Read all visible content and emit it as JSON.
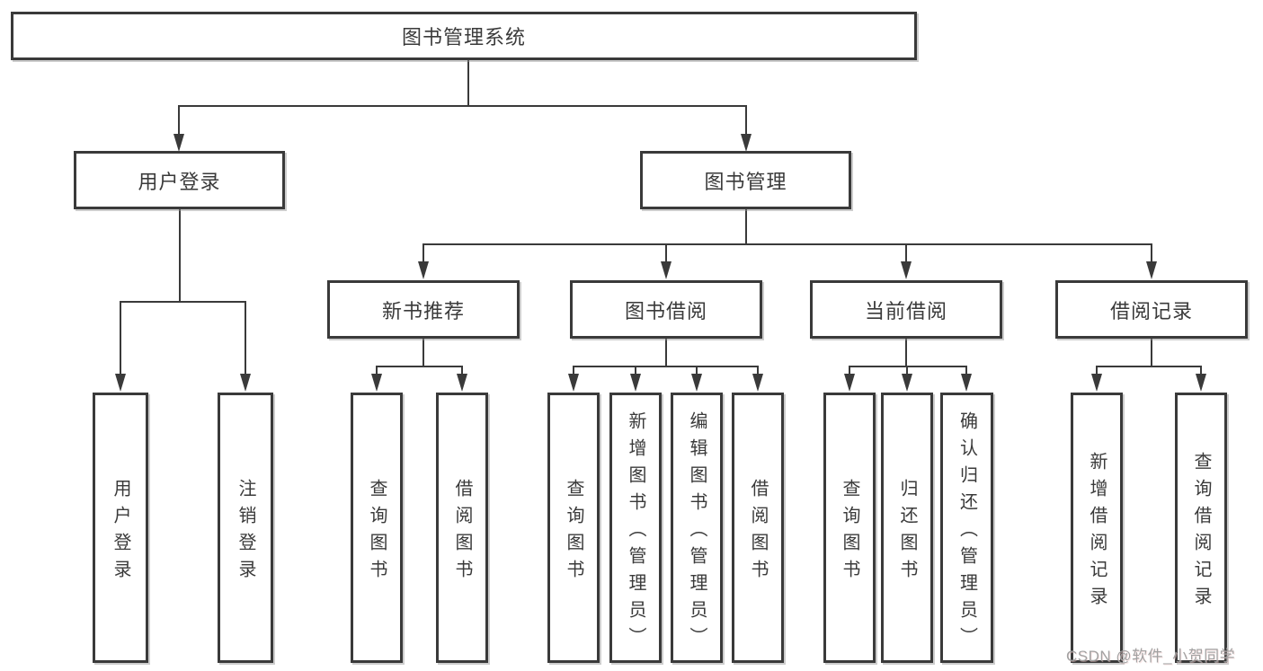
{
  "diagram": {
    "title": "图书管理系统",
    "level2": [
      {
        "label": "用户登录"
      },
      {
        "label": "图书管理"
      }
    ],
    "level3": [
      {
        "label": "新书推荐"
      },
      {
        "label": "图书借阅"
      },
      {
        "label": "当前借阅"
      },
      {
        "label": "借阅记录"
      }
    ],
    "leaves": [
      {
        "label": "用户登录",
        "parent": "用户登录"
      },
      {
        "label": "注销登录",
        "parent": "用户登录"
      },
      {
        "label": "查询图书",
        "parent": "新书推荐"
      },
      {
        "label": "借阅图书",
        "parent": "新书推荐"
      },
      {
        "label": "查询图书",
        "parent": "图书借阅"
      },
      {
        "label": "新增图书（管理员）",
        "parent": "图书借阅"
      },
      {
        "label": "编辑图书（管理员）",
        "parent": "图书借阅"
      },
      {
        "label": "借阅图书",
        "parent": "图书借阅"
      },
      {
        "label": "查询图书",
        "parent": "当前借阅"
      },
      {
        "label": "归还图书",
        "parent": "当前借阅"
      },
      {
        "label": "确认归还（管理员）",
        "parent": "当前借阅"
      },
      {
        "label": "新增借阅记录",
        "parent": "借阅记录"
      },
      {
        "label": "查询借阅记录",
        "parent": "借阅记录"
      }
    ],
    "watermark": "CSDN @软件_小贺同学",
    "colors": {
      "line": "#3a3a3a",
      "text": "#3a3a3a",
      "box_background": "#ffffff",
      "watermark": "#a2a2a2",
      "background": "#ffffff"
    }
  }
}
